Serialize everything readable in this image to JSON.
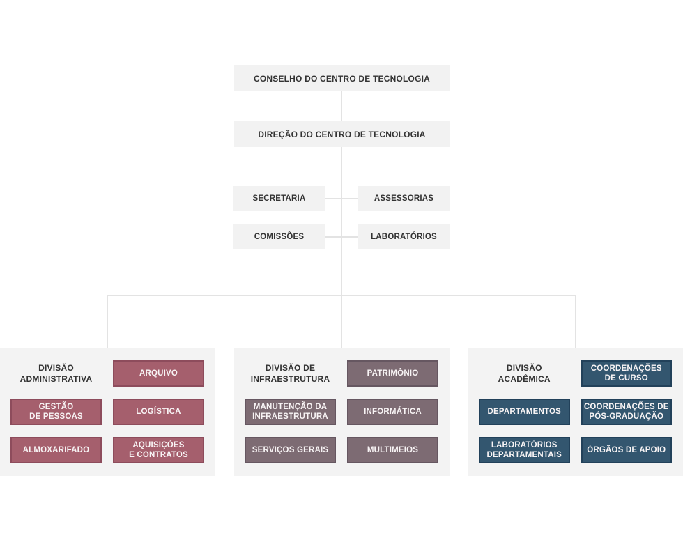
{
  "colors": {
    "page-bg": "#ffffff",
    "node-bg": "#f2f2f2",
    "panel-bg": "#f3f3f3",
    "line": "#e3e3e3",
    "dark-text": "#333333",
    "light-text": "#f8f4f5"
  },
  "nodes": {
    "conselho": "CONSELHO DO CENTRO DE TECNOLOGIA",
    "direcao": "DIREÇÃO DO CENTRO DE TECNOLOGIA",
    "secretaria": "SECRETARIA",
    "assessorias": "ASSESSORIAS",
    "comissoes": "COMISSÕES",
    "laboratorios": "LABORATÓRIOS"
  },
  "divisions": [
    {
      "title": "DIVISÃO\nADMINISTRATIVA",
      "box_color": "#a55f6d",
      "box_border_color": "#8d4c5c",
      "items": [
        "ARQUIVO",
        "GESTÃO\nDE PESSOAS",
        "LOGÍSTICA",
        "ALMOXARIFADO",
        "AQUISIÇÕES\nE CONTRATOS"
      ]
    },
    {
      "title": "DIVISÃO DE\nINFRAESTRUTURA",
      "box_color": "#7d6b73",
      "box_border_color": "#665761",
      "items": [
        "PATRIMÔNIO",
        "MANUTENÇÃO DA\nINFRAESTRUTURA",
        "INFORMÁTICA",
        "SERVIÇOS GERAIS",
        "MULTIMEIOS"
      ]
    },
    {
      "title": "DIVISÃO\nACADÊMICA",
      "box_color": "#33566f",
      "box_border_color": "#22415a",
      "items": [
        "COORDENAÇÕES\nDE CURSO",
        "DEPARTAMENTOS",
        "COORDENAÇÕES DE\nPÓS-GRADUAÇÃO",
        "LABORATÓRIOS\nDEPARTAMENTAIS",
        "ÓRGÃOS DE APOIO"
      ]
    }
  ]
}
